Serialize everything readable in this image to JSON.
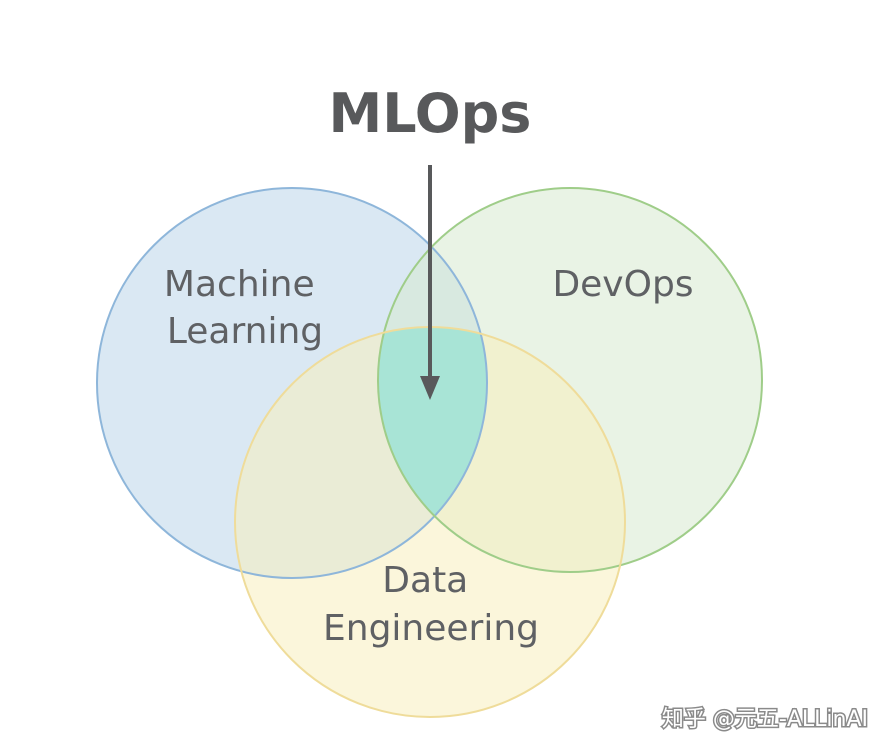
{
  "title": "MLOps",
  "circles": [
    {
      "id": "ml",
      "label_lines": [
        "Machine",
        "Learning"
      ],
      "fill": "#bcd5ea",
      "stroke": "#8eb6da"
    },
    {
      "id": "devops",
      "label_lines": [
        "DevOps"
      ],
      "fill": "#d7ead0",
      "stroke": "#9fcd89"
    },
    {
      "id": "de",
      "label_lines": [
        "Data",
        "Engineering"
      ],
      "fill": "#f7eebe",
      "stroke": "#efdc9a"
    }
  ],
  "intersection_color": "#a8e4d6",
  "arrow_color": "#58595b",
  "watermark": "知乎 @元五-ALLinAI"
}
